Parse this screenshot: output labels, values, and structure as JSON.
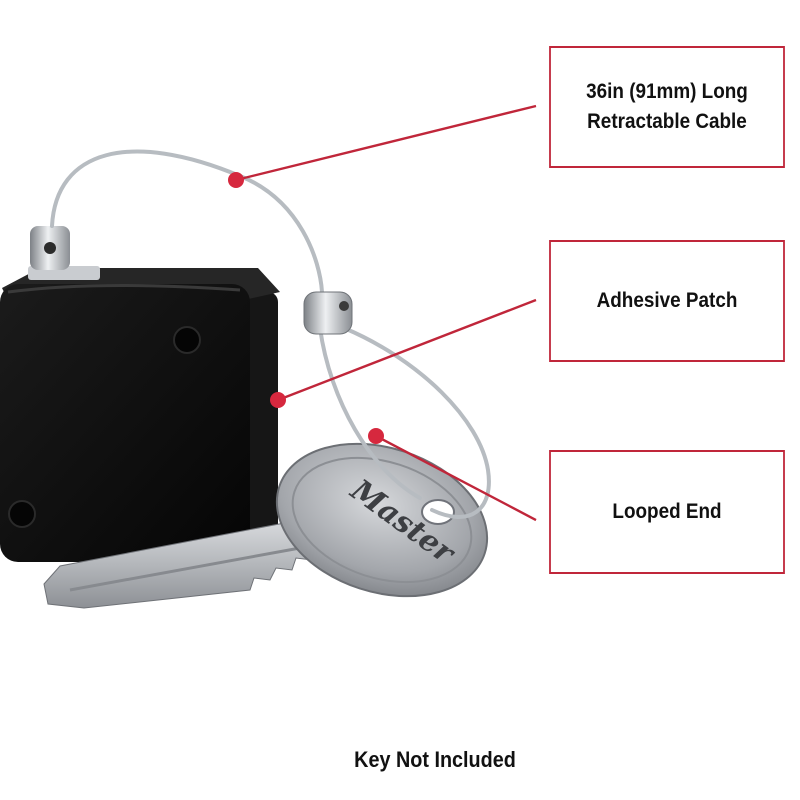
{
  "callouts": {
    "cable": {
      "line1": "36in (91mm) Long",
      "line2": "Retractable Cable"
    },
    "adhesive": {
      "label": "Adhesive Patch"
    },
    "loop": {
      "label": "Looped End"
    }
  },
  "key": {
    "brand_text": "Master"
  },
  "footer": {
    "note": "Key Not Included"
  },
  "colors": {
    "accent": "#c0263a",
    "box": "#0c0c0c",
    "cable": "#a9aeb3",
    "key": "#b9bcc0"
  }
}
